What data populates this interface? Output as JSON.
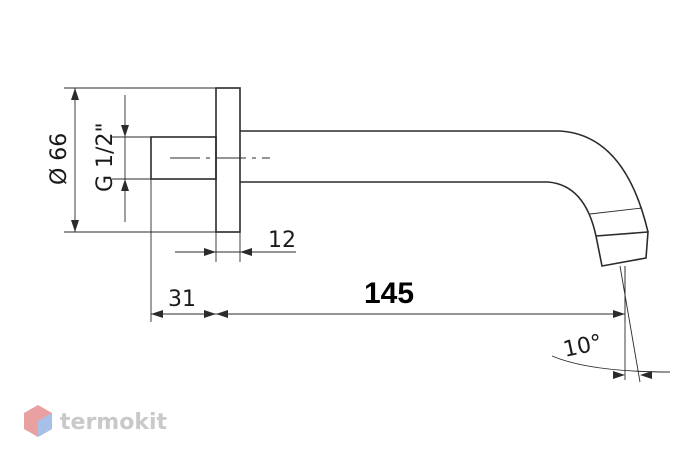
{
  "dimensions": {
    "length": "145",
    "plate_thickness": "12",
    "spigot_length": "31",
    "diameter": "Ø 66",
    "thread": "G  1/2\"",
    "angle": "10°"
  },
  "watermark": {
    "brand": "termokit"
  },
  "colors": {
    "line": "#2b2b2b",
    "logo_red": "#e8a0a0",
    "logo_blue": "#a8c0e8"
  }
}
